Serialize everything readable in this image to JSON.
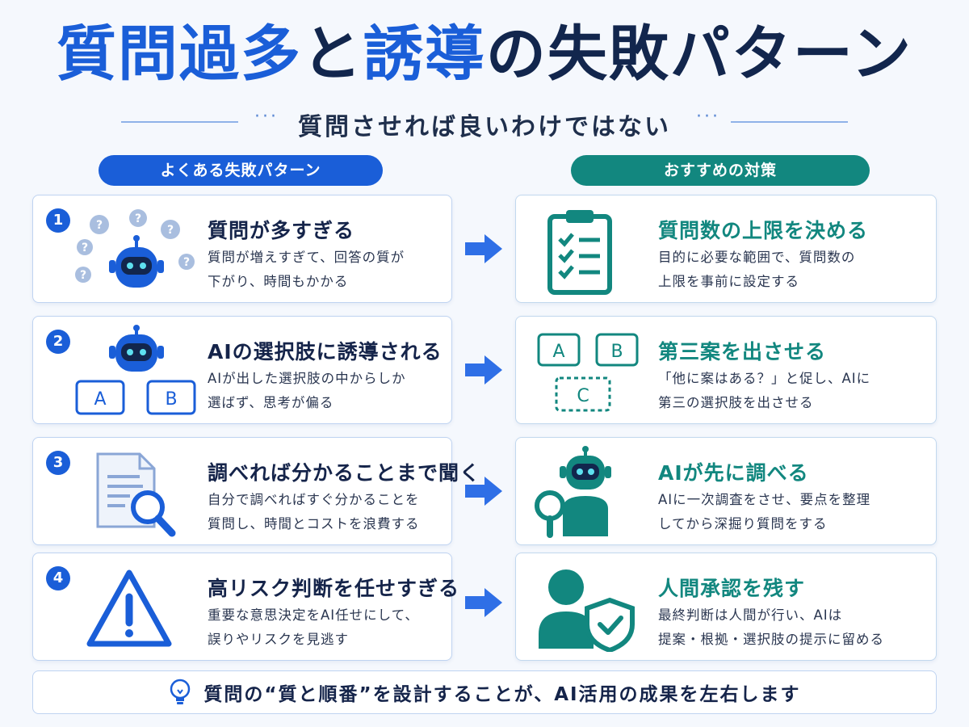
{
  "header": {
    "title_part1": "質問過多",
    "title_part2": "と",
    "title_part3": "誘導",
    "title_part4": "の失敗パターン",
    "subtitle": "質問させれば良いわけではない"
  },
  "columns": {
    "left_label": "よくある失敗パターン",
    "right_label": "おすすめの対策"
  },
  "rows": [
    {
      "number": "1",
      "failure": {
        "title": "質問が多すぎる",
        "desc1": "質問が増えすぎて、回答の質が",
        "desc2": "下がり、時間もかかる",
        "icon": "robot-with-question-marks-icon"
      },
      "remedy": {
        "title": "質問数の上限を決める",
        "desc1": "目的に必要な範囲で、質問数の",
        "desc2": "上限を事前に設定する",
        "icon": "clipboard-checklist-icon"
      }
    },
    {
      "number": "2",
      "failure": {
        "title": "AIの選択肢に誘導される",
        "desc1": "AIが出した選択肢の中からしか",
        "desc2": "選ばず、思考が偏る",
        "icon": "robot-with-choices-icon",
        "opt_a": "A",
        "opt_b": "B"
      },
      "remedy": {
        "title": "第三案を出させる",
        "desc1": "「他に案はある？」と促し、AIに",
        "desc2": "第三の選択肢を出させる",
        "icon": "three-options-icon",
        "opt_a": "A",
        "opt_b": "B",
        "opt_c": "C"
      }
    },
    {
      "number": "3",
      "failure": {
        "title": "調べれば分かることまで聞く",
        "desc1": "自分で調べればすぐ分かることを",
        "desc2": "質問し、時間とコストを浪費する",
        "icon": "document-search-icon"
      },
      "remedy": {
        "title": "AIが先に調べる",
        "desc1": "AIに一次調査をさせ、要点を整理",
        "desc2": "してから深掘り質問をする",
        "icon": "robot-magnifier-icon"
      }
    },
    {
      "number": "4",
      "failure": {
        "title": "高リスク判断を任せすぎる",
        "desc1": "重要な意思決定をAI任せにして、",
        "desc2": "誤りやリスクを見逃す",
        "icon": "warning-triangle-icon"
      },
      "remedy": {
        "title": "人間承認を残す",
        "desc1": "最終判断は人間が行い、AIは",
        "desc2": "提案・根拠・選択肢の提示に留める",
        "icon": "person-shield-icon"
      }
    }
  ],
  "footer": {
    "text": "質問の“質と順番”を設計することが、AI活用の成果を左右します",
    "icon": "lightbulb-icon"
  },
  "colors": {
    "primary_blue": "#1a5ed8",
    "navy": "#12264d",
    "teal": "#12877f",
    "card_border": "#bfd3f1"
  }
}
